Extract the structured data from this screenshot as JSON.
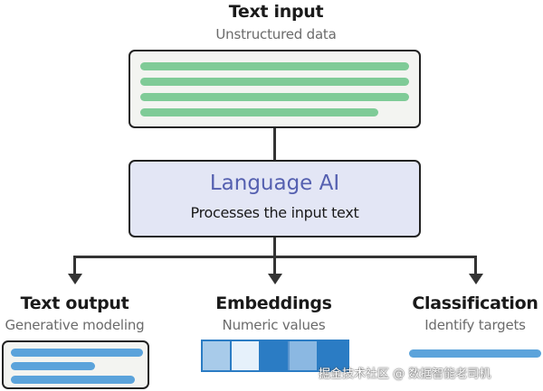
{
  "input": {
    "title": "Text input",
    "subtitle": "Unstructured data"
  },
  "center": {
    "title": "Language AI",
    "subtitle": "Processes the input text"
  },
  "outputs": {
    "text_output": {
      "title": "Text output",
      "subtitle": "Generative modeling"
    },
    "embeddings": {
      "title": "Embeddings",
      "subtitle": "Numeric values"
    },
    "classification": {
      "title": "Classification",
      "subtitle": "Identify targets"
    }
  },
  "colors": {
    "green_bar": "#7fcb97",
    "blue_bar": "#5ba3db",
    "center_fill": "#e3e6f5",
    "center_title": "#5560b0",
    "box_fill": "#f3f4f1",
    "embedding_cells": [
      "#a8cbea",
      "#e6f1fb",
      "#2b7cc4",
      "#8bb8e2",
      "#2b7cc4"
    ]
  },
  "watermark": "掘金技术社区 @ 数据智能老司机"
}
